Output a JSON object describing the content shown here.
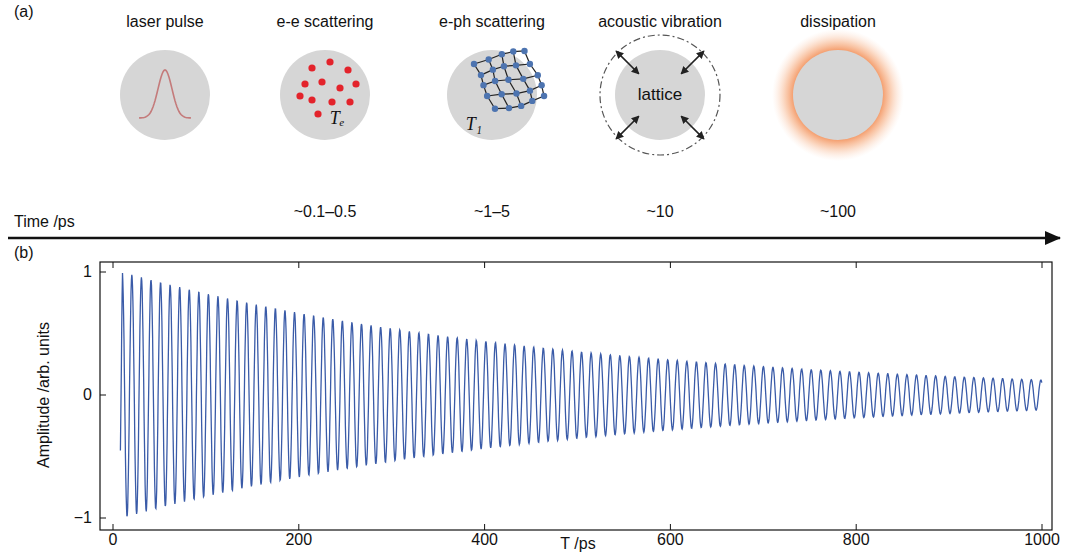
{
  "diagram": {
    "nodes": [
      {
        "text": [
          "laser pulse"
        ]
      },
      {
        "text": [
          "e-e scattering",
          "Tₑ"
        ]
      },
      {
        "text": [
          "e-ph scattering",
          "T₁"
        ]
      },
      {
        "text": [
          "acoustic vibration",
          "lattice"
        ]
      },
      {
        "text": [
          "dissipation"
        ]
      }
    ],
    "labels": [
      "(a)",
      "Time /ps",
      "~0.1–0.5",
      "~1–5",
      "~10",
      "~100",
      "(b)",
      "Amplitude /arb. units",
      "1",
      "0",
      "−1",
      "0",
      "200",
      "400",
      "600",
      "800",
      "1000",
      "T /ps"
    ]
  }
}
